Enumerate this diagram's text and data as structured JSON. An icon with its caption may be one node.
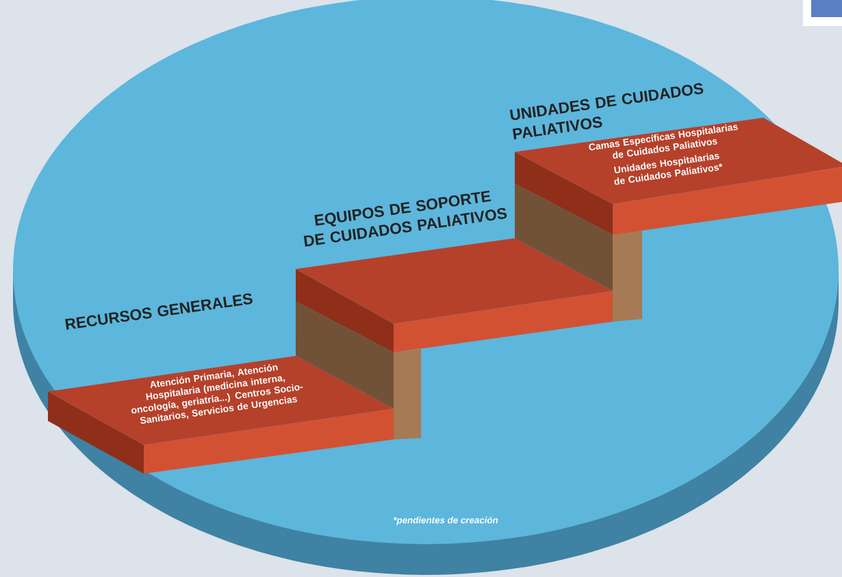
{
  "diagram": {
    "nodes": [
      {
        "text": [
          "RECURSOS GENERALES",
          "Atención Primaria, Atención Hospitalaria (medicina interna, oncología, geriatría...) Centros Socio-Sanitarios, Servicios de Urgencias"
        ]
      },
      {
        "text": [
          "EQUIPOS DE SOPORTE DE CUIDADOS PALIATIVOS"
        ]
      },
      {
        "text": [
          "UNIDADES DE CUIDADOS PALIATIVOS",
          "Camas Específicas Hospitalarias de Cuidados Paliativos",
          "Unidades Hospitalarias de Cuidados Paliativos*"
        ]
      }
    ],
    "labels": [
      "*pendientes de creación"
    ]
  }
}
